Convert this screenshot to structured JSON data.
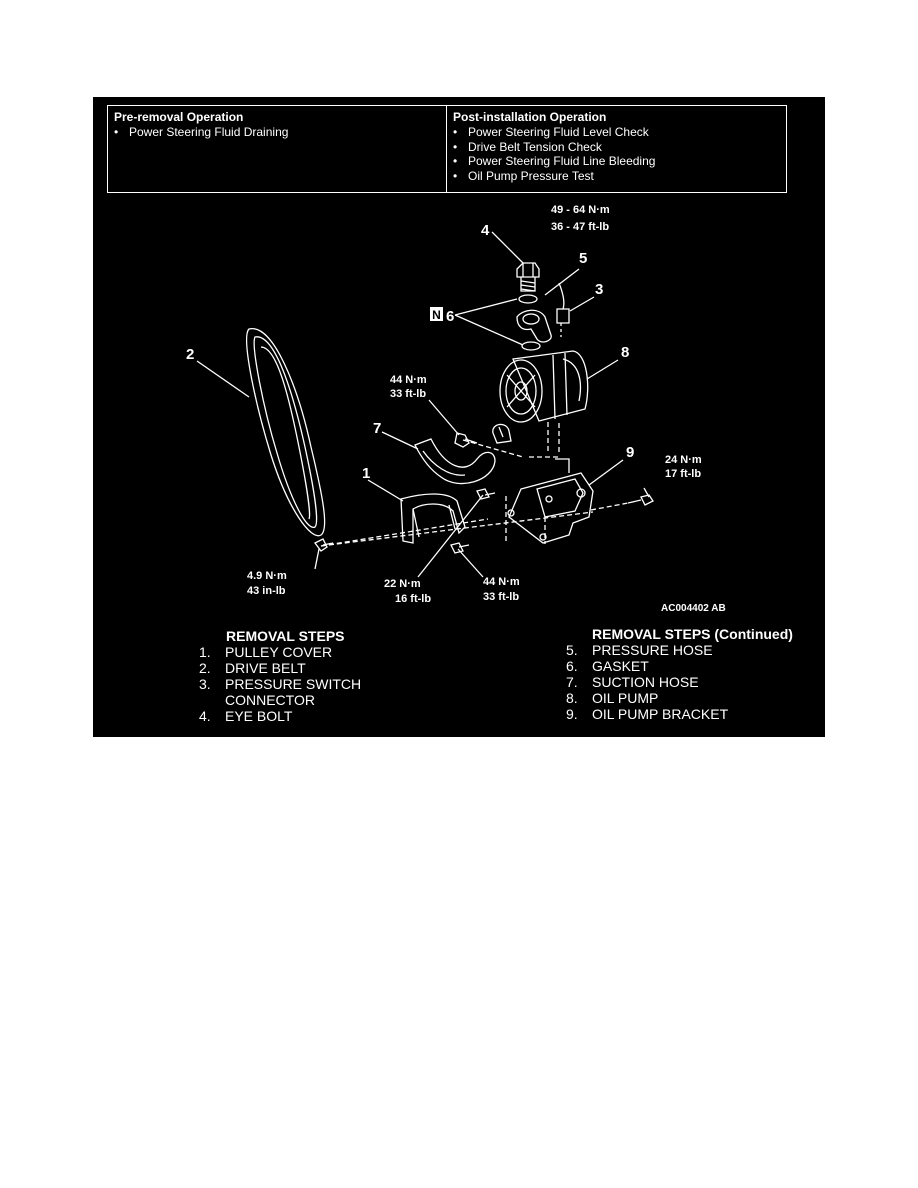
{
  "operations": {
    "pre_removal": {
      "heading": "Pre-removal Operation",
      "items": [
        "Power Steering Fluid Draining"
      ]
    },
    "post_installation": {
      "heading": "Post-installation Operation",
      "items": [
        "Power Steering Fluid Level Check",
        "Drive Belt Tension Check",
        "Power Steering Fluid Line Bleeding",
        "Oil Pump Pressure Test"
      ]
    }
  },
  "diagram": {
    "callouts": [
      "1",
      "2",
      "3",
      "4",
      "5",
      "6",
      "7",
      "8",
      "9"
    ],
    "new_part_badge": "N",
    "torques": {
      "eye_bolt": [
        "49 - 64 N·m",
        "36 - 47 ft-lb"
      ],
      "hose_bolt": [
        "44 N·m",
        "33 ft-lb"
      ],
      "bracket_bolt_right": [
        "24 N·m",
        "17 ft-lb"
      ],
      "cover_bolt": [
        "4.9 N·m",
        "43 in-lb"
      ],
      "bracket_bolt_center": [
        "22 N·m",
        "16 ft-lb"
      ],
      "bracket_bolt_lower": [
        "44 N·m",
        "33 ft-lb"
      ]
    },
    "figure_code": "AC004402 AB"
  },
  "removal_steps": {
    "heading": "REMOVAL STEPS",
    "items": [
      {
        "num": "1.",
        "label": "PULLEY COVER"
      },
      {
        "num": "2.",
        "label": "DRIVE BELT"
      },
      {
        "num": "3.",
        "label": "PRESSURE SWITCH CONNECTOR"
      },
      {
        "num": "4.",
        "label": "EYE BOLT"
      }
    ]
  },
  "removal_steps_continued": {
    "heading": "REMOVAL STEPS (Continued)",
    "items": [
      {
        "num": "5.",
        "label": "PRESSURE HOSE"
      },
      {
        "num": "6.",
        "label": "GASKET"
      },
      {
        "num": "7.",
        "label": "SUCTION HOSE"
      },
      {
        "num": "8.",
        "label": "OIL PUMP"
      },
      {
        "num": "9.",
        "label": "OIL PUMP BRACKET"
      }
    ]
  },
  "colors": {
    "panel_background": "#000000",
    "page_background": "#ffffff",
    "line_art": "#ffffff"
  }
}
